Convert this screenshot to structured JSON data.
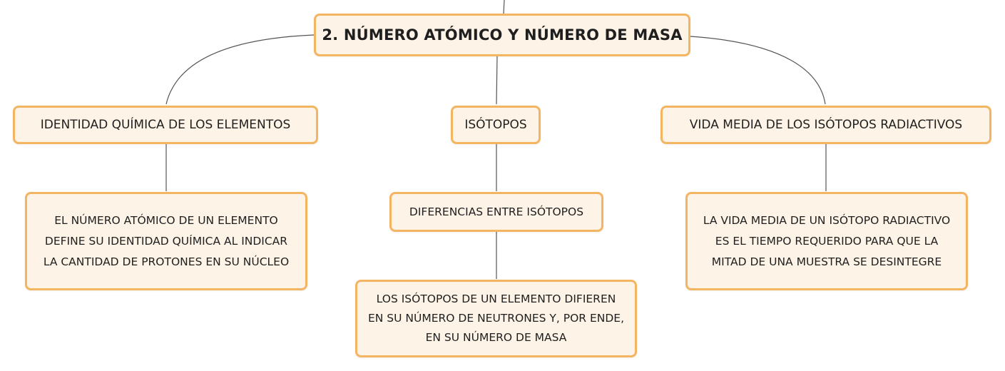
{
  "root": {
    "label": "2. NÚMERO ATÓMICO Y NÚMERO DE MASA"
  },
  "topics": {
    "identity": {
      "label": "IDENTIDAD QUÍMICA DE LOS ELEMENTOS"
    },
    "isotopes": {
      "label": "ISÓTOPOS"
    },
    "halflife": {
      "label": "VIDA MEDIA DE LOS ISÓTOPOS RADIACTIVOS"
    }
  },
  "subtopics": {
    "differences": {
      "label": "DIFERENCIAS ENTRE ISÓTOPOS"
    }
  },
  "leaves": {
    "identity": {
      "lines": [
        "EL NÚMERO ATÓMICO DE UN ELEMENTO",
        "DEFINE SU IDENTIDAD QUÍMICA AL INDICAR",
        "LA CANTIDAD DE PROTONES EN SU NÚCLEO"
      ]
    },
    "isotopes": {
      "lines": [
        "LOS ISÓTOPOS DE UN ELEMENTO DIFIEREN",
        "EN SU NÚMERO DE NEUTRONES Y, POR ENDE,",
        "EN SU NÚMERO DE MASA"
      ]
    },
    "halflife": {
      "lines": [
        "LA VIDA MEDIA DE UN ISÓTOPO RADIACTIVO",
        "ES EL TIEMPO REQUERIDO PARA QUE LA",
        "MITAD DE UNA MUESTRA SE DESINTEGRE"
      ]
    }
  },
  "colors": {
    "node_fill": "#fdf3e6",
    "node_border": "#f4b563",
    "connector": "#555555",
    "text": "#1f1f1f"
  }
}
